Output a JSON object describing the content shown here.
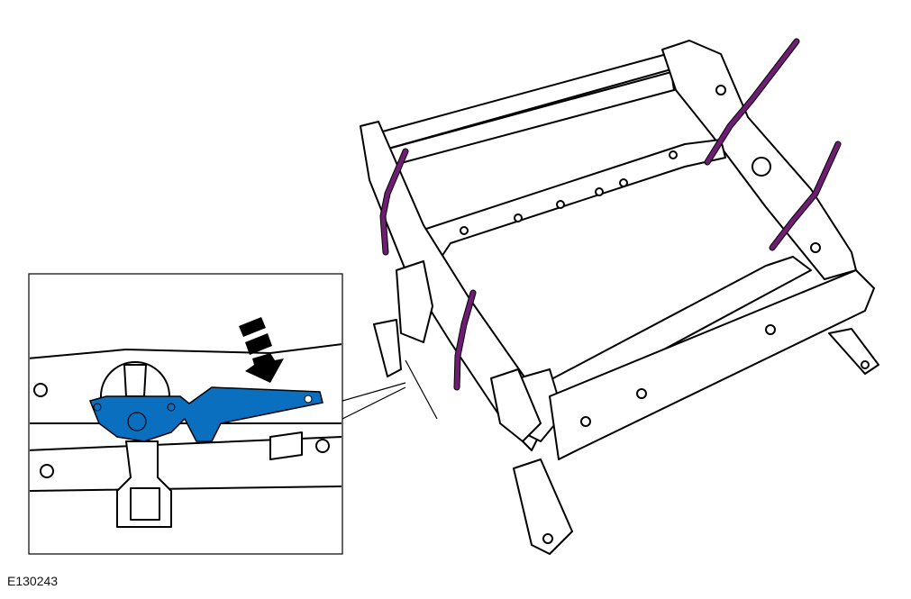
{
  "figure": {
    "id_label": "E130243",
    "colors": {
      "tool": "#0b6fc0",
      "straps": "#6e1d73",
      "line": "#000000"
    },
    "icons": [
      "seat-frame-illustration",
      "detail-inset",
      "tool-highlight",
      "press-direction-arrow",
      "cable-ties"
    ]
  }
}
